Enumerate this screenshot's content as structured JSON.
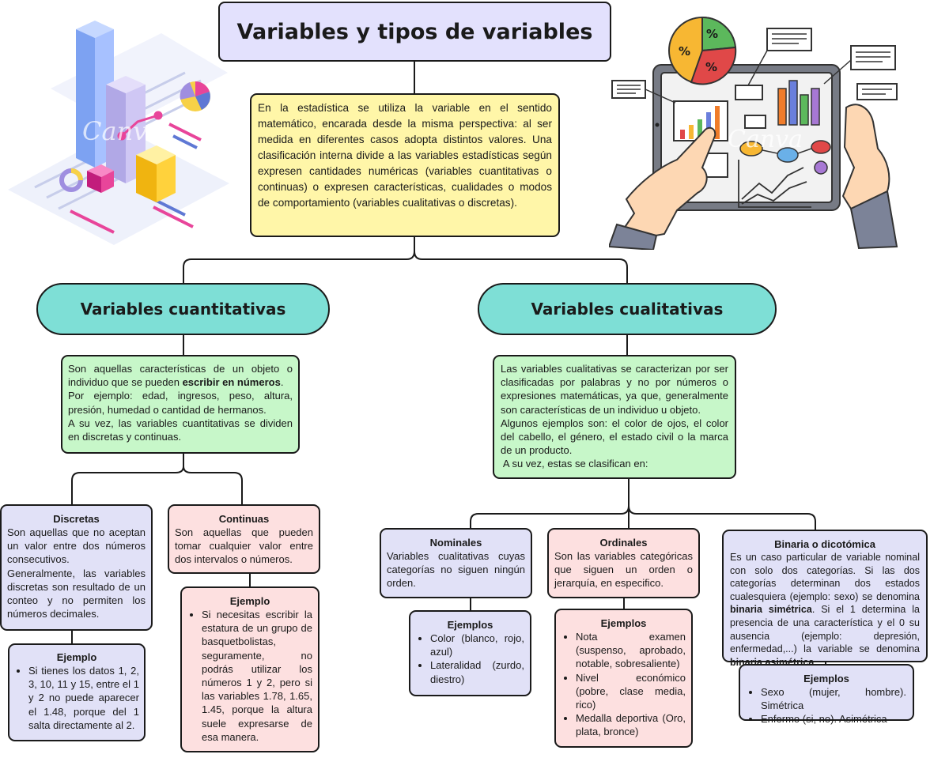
{
  "title": "Variables y tipos de variables",
  "intro": "En la estadística se utiliza la variable en el sentido matemático, encarada desde la misma perspectiva: al ser medida en diferentes casos adopta distintos valores. Una clasificación interna divide a las variables estadísticas según expresen cantidades numéricas (variables cuantitativas o continuas) o expresen características, cualidades o modos de comportamiento (variables cualitativas o discretas).",
  "watermark": "Canva",
  "pie_label": "%",
  "quantitative": {
    "title": "Variables cuantitativas",
    "desc_pre": "Son aquellas características de un objeto o individuo que se pueden ",
    "desc_bold": "escribir en números",
    "desc_post": ".",
    "desc_example": "Por ejemplo: edad, ingresos, peso, altura, presión, humedad o cantidad de hermanos.",
    "desc_split": "A su vez, las variables cuantitativas se dividen en discretas y continuas.",
    "discrete": {
      "title": "Discretas",
      "p1": "Son aquellas que no aceptan un valor entre dos números consecutivos.",
      "p2": "Generalmente, las variables discretas son resultado de un conteo y no permiten los números decimales.",
      "example_title": "Ejemplo",
      "example": "Si tienes los datos 1, 2, 3, 10, 11 y 15, entre el 1 y 2 no puede aparecer el 1.48, porque del 1 salta directamente al 2."
    },
    "continuous": {
      "title": "Continuas",
      "desc": "Son aquellas que pueden tomar cualquier valor entre dos intervalos o números.",
      "example_title": "Ejemplo",
      "example": "Si necesitas escribir la estatura de un grupo de basquetbolistas, seguramente, no podrás utilizar los números 1 y 2, pero si las variables 1.78, 1.65, 1.45, porque la altura suele expresarse de esa manera."
    }
  },
  "qualitative": {
    "title": "Variables cualitativas",
    "desc1": "Las variables cualitativas se caracterizan por ser clasificadas por palabras y no por números o expresiones matemáticas, ya que, generalmente son características de un individuo u objeto.",
    "desc2": "Algunos ejemplos son: el color de ojos, el color del cabello, el género, el estado civil o la marca de un producto.",
    "desc3": " A su vez, estas se clasifican en:",
    "nominal": {
      "title": "Nominales",
      "desc": "Variables cualitativas cuyas categorías no siguen ningún orden.",
      "example_title": "Ejemplos",
      "examples": [
        "Color (blanco, rojo, azul)",
        "Lateralidad (zurdo, diestro)"
      ]
    },
    "ordinal": {
      "title": "Ordinales",
      "desc": "Son las variables categóricas que siguen un orden o jerarquía, en especifico.",
      "example_title": "Ejemplos",
      "examples": [
        "Nota examen (suspenso, aprobado, notable, sobresaliente)",
        "Nivel económico (pobre, clase media, rico)",
        "Medalla deportiva (Oro, plata, bronce)"
      ]
    },
    "binary": {
      "title": "Binaria o dicotómica",
      "desc_a": "Es un caso particular de variable nominal con solo dos categorías. Si las dos categorías determinan dos estados cualesquiera (ejemplo: sexo) se denomina ",
      "bold_a": "binaria simétrica",
      "desc_b": ". Si el 1 determina la presencia de una característica y el 0 su ausencia (ejemplo: depresión, enfermedad,...) la variable se denomina ",
      "bold_b": "binaria asimétrica",
      "example_title": "Ejemplos",
      "examples": [
        "Sexo (mujer, hombre). Simétrica",
        "Enfermo (si, no). Asimétrica"
      ]
    }
  },
  "colors": {
    "title_bg": "#e3e1fd",
    "intro_bg": "#fff6a8",
    "pill_bg": "#7edfd6",
    "green_bg": "#c7f7c9",
    "blue_bg": "#e1e1f7",
    "pink_bg": "#fde0e0"
  }
}
